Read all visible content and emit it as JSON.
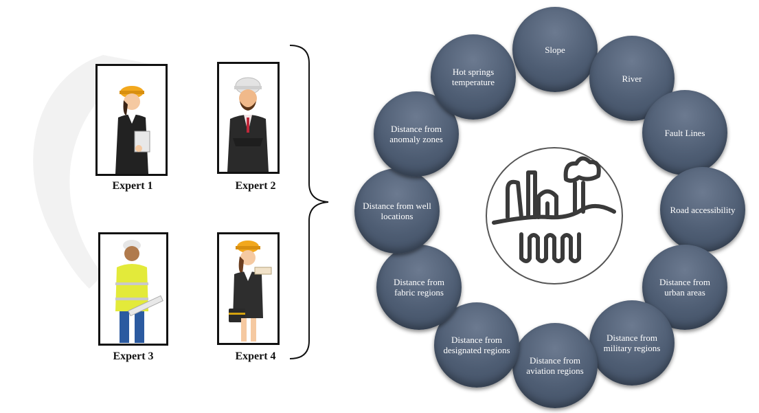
{
  "experts": [
    {
      "label": "Expert 1",
      "icon": "female-engineer-clipboard-icon"
    },
    {
      "label": "Expert 2",
      "icon": "male-engineer-suit-icon"
    },
    {
      "label": "Expert 3",
      "icon": "male-worker-vest-icon"
    },
    {
      "label": "Expert 4",
      "icon": "female-engineer-briefcase-icon"
    }
  ],
  "criteria": [
    "Slope",
    "River",
    "Fault Lines",
    "Road accessibility",
    "Distance from urban areas",
    "Distance from military regions",
    "Distance from aviation regions",
    "Distance from designated regions",
    "Distance from fabric regions",
    "Distance from well locations",
    "Distance from anomaly zones",
    "Hot springs temperature"
  ],
  "center_icon": "geothermal-plant-icon",
  "colors": {
    "bubble": "#4e5d73",
    "bubble_text": "#ffffff",
    "watermark": "#f2f2f2"
  }
}
